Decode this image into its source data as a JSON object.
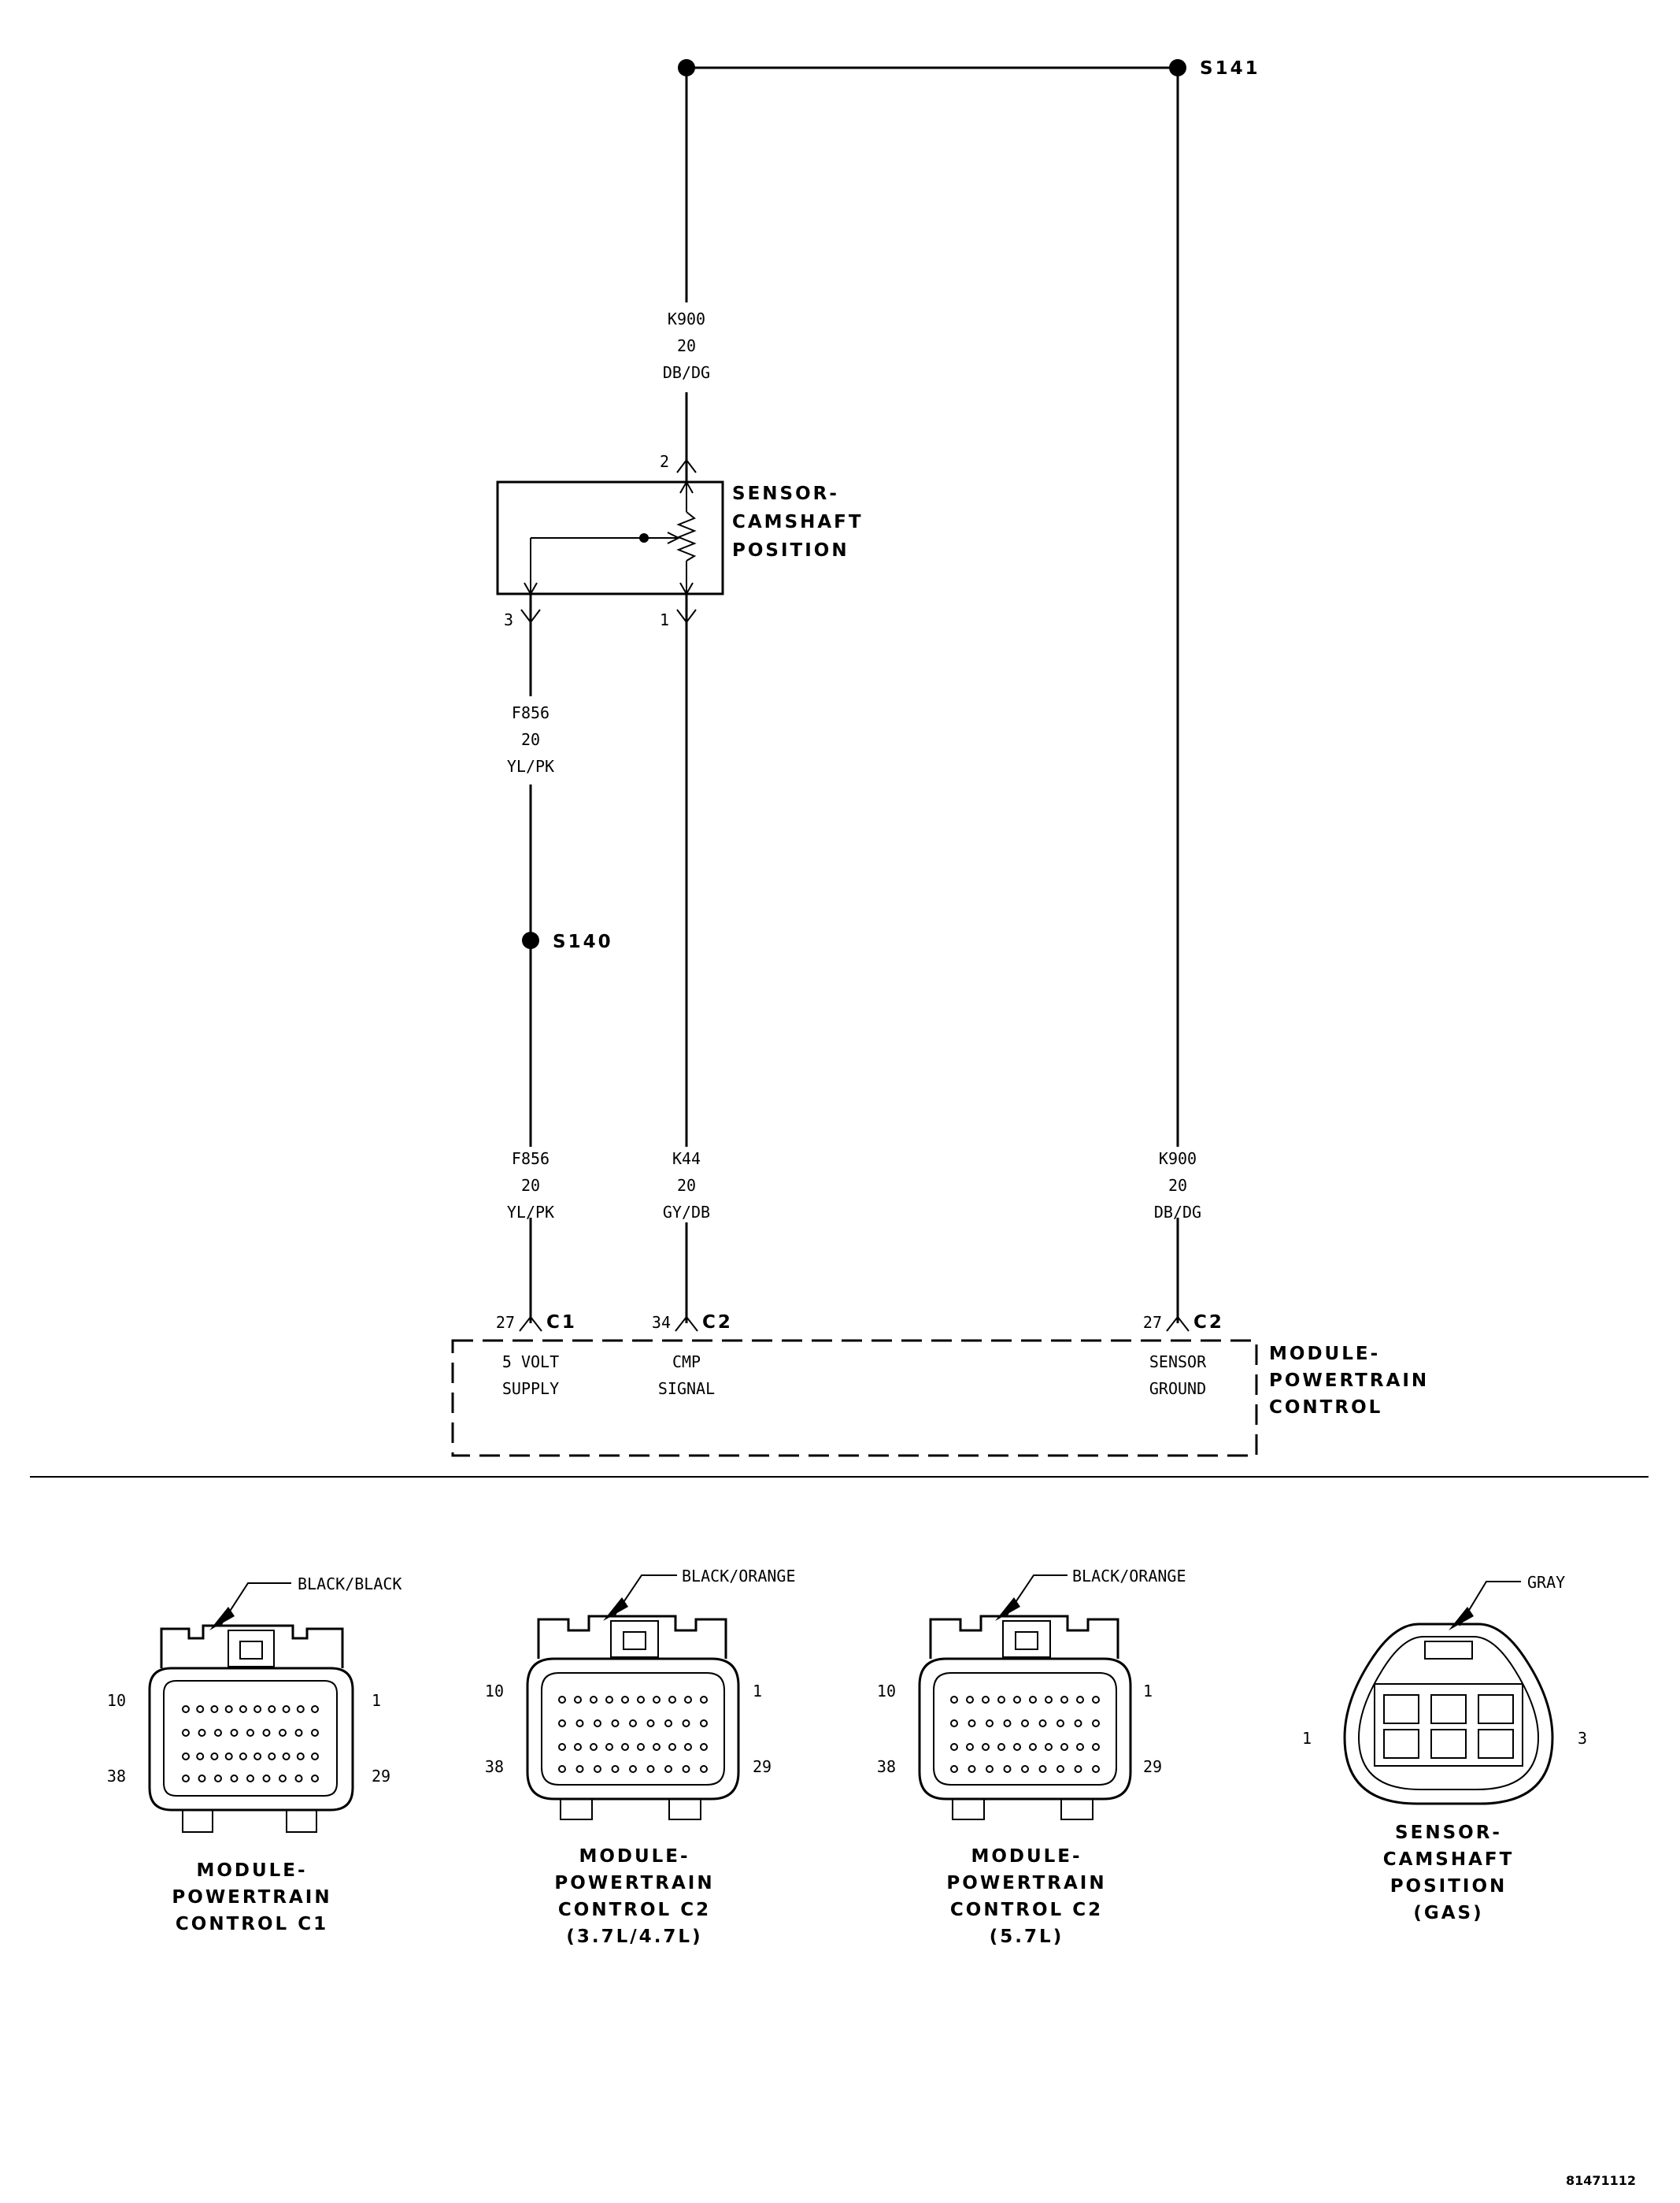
{
  "splices": {
    "top": "S141",
    "mid": "S140"
  },
  "wires": {
    "k900_upper": [
      "K900",
      "20",
      "DB/DG"
    ],
    "f856_upper": [
      "F856",
      "20",
      "YL/PK"
    ],
    "f856_lower": [
      "F856",
      "20",
      "YL/PK"
    ],
    "k44": [
      "K44",
      "20",
      "GY/DB"
    ],
    "k900_lower": [
      "K900",
      "20",
      "DB/DG"
    ]
  },
  "sensor": {
    "title": [
      "SENSOR-",
      "CAMSHAFT",
      "POSITION"
    ],
    "pins": {
      "top": "2",
      "left": "3",
      "right": "1"
    }
  },
  "pcm": {
    "title": [
      "MODULE-",
      "POWERTRAIN",
      "CONTROL"
    ],
    "pins": [
      {
        "num": "27",
        "conn": "C1",
        "desc": [
          "5 VOLT",
          "SUPPLY"
        ]
      },
      {
        "num": "34",
        "conn": "C2",
        "desc": [
          "CMP",
          "SIGNAL"
        ]
      },
      {
        "num": "27",
        "conn": "C2",
        "desc": [
          "SENSOR",
          "GROUND"
        ]
      }
    ]
  },
  "connectors": [
    {
      "color": "BLACK/BLACK",
      "pins": [
        "10",
        "1",
        "38",
        "29"
      ],
      "title": [
        "MODULE-",
        "POWERTRAIN",
        "CONTROL C1"
      ]
    },
    {
      "color": "BLACK/ORANGE",
      "pins": [
        "10",
        "1",
        "38",
        "29"
      ],
      "title": [
        "MODULE-",
        "POWERTRAIN",
        "CONTROL C2",
        "(3.7L/4.7L)"
      ]
    },
    {
      "color": "BLACK/ORANGE",
      "pins": [
        "10",
        "1",
        "38",
        "29"
      ],
      "title": [
        "MODULE-",
        "POWERTRAIN",
        "CONTROL C2",
        "(5.7L)"
      ]
    },
    {
      "color": "GRAY",
      "pins": [
        "1",
        "3"
      ],
      "title": [
        "SENSOR-",
        "CAMSHAFT",
        "POSITION",
        "(GAS)"
      ]
    }
  ],
  "figure_id": "81471112"
}
